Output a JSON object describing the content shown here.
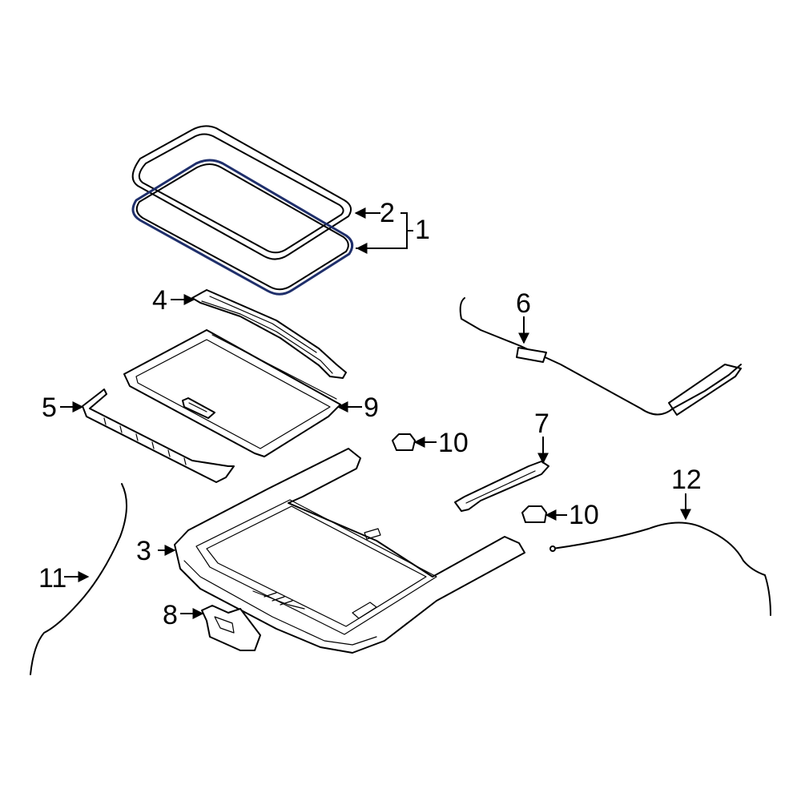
{
  "callouts": {
    "c1": "1",
    "c2": "2",
    "c3": "3",
    "c4": "4",
    "c5": "5",
    "c6": "6",
    "c7": "7",
    "c8": "8",
    "c9": "9",
    "c10a": "10",
    "c10b": "10",
    "c11": "11",
    "c12": "12"
  },
  "colors": {
    "line": "#000000",
    "seal_highlight": "#1f2f6b",
    "background": "#ffffff"
  }
}
